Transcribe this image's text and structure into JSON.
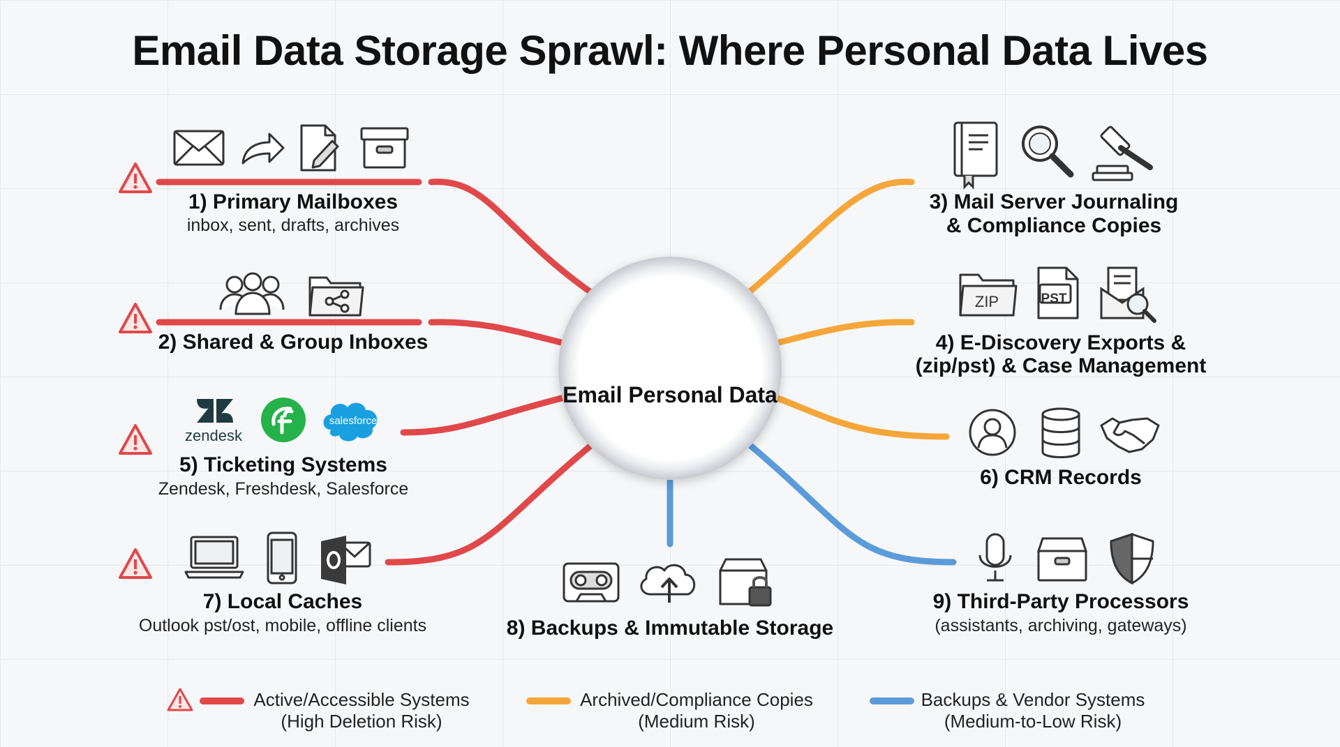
{
  "title": "Email Data Storage Sprawl: Where Personal Data Lives",
  "hub": {
    "label": "Email Personal Data",
    "icon": "cloud-lock-icon"
  },
  "colors": {
    "red": "#e0484a",
    "orange": "#f5a63a",
    "blue": "#5b9bd9",
    "warning": "#e0484a"
  },
  "nodes": [
    {
      "id": 1,
      "label": "1) Primary Mailboxes",
      "sub": "inbox, sent, drafts, archives",
      "risk": "red",
      "icons": [
        "envelope-icon",
        "forward-arrow-icon",
        "draft-pen-icon",
        "archive-box-icon"
      ]
    },
    {
      "id": 2,
      "label": "2) Shared & Group Inboxes",
      "risk": "red",
      "icons": [
        "group-users-icon",
        "shared-folder-icon"
      ]
    },
    {
      "id": 3,
      "label_line1": "3) Mail Server Journaling",
      "label_line2": "& Compliance Copies",
      "risk": "orange",
      "icons": [
        "journal-book-icon",
        "magnifier-icon",
        "gavel-icon"
      ]
    },
    {
      "id": 4,
      "label_line1": "4) E-Discovery Exports &",
      "label_line2": "(zip/pst) & Case Management",
      "risk": "orange",
      "icons": [
        "zip-folder-icon",
        "pst-file-icon",
        "document-search-icon"
      ],
      "zip_text": "ZIP",
      "pst_text": "PST"
    },
    {
      "id": 5,
      "label": "5) Ticketing Systems",
      "sub": "Zendesk, Freshdesk, Salesforce",
      "risk": "red",
      "icons": [
        "zendesk-logo-icon",
        "freshdesk-logo-icon",
        "salesforce-logo-icon"
      ],
      "zendesk_text": "zendesk",
      "salesforce_text": "salesforce"
    },
    {
      "id": 6,
      "label": "6) CRM Records",
      "risk": "orange",
      "icons": [
        "user-circle-icon",
        "database-icon",
        "handshake-icon"
      ]
    },
    {
      "id": 7,
      "label": "7) Local Caches",
      "sub": "Outlook pst/ost, mobile, offline clients",
      "risk": "red",
      "icons": [
        "laptop-icon",
        "mobile-phone-icon",
        "outlook-logo-icon"
      ]
    },
    {
      "id": 8,
      "label": "8) Backups & Immutable Storage",
      "risk": "blue",
      "icons": [
        "tape-cassette-icon",
        "cloud-upload-icon",
        "locked-storage-icon"
      ]
    },
    {
      "id": 9,
      "label": "9) Third-Party Processors",
      "sub": "(assistants, archiving, gateways)",
      "risk": "blue",
      "icons": [
        "microphone-icon",
        "archive-drawer-icon",
        "shield-icon"
      ]
    }
  ],
  "legend": [
    {
      "line1": "Active/Accessible Systems",
      "line2": "(High Deletion Risk)",
      "color": "#e0484a",
      "icon": "warning-icon"
    },
    {
      "line1": "Archived/Compliance Copies",
      "line2": "(Medium Risk)",
      "color": "#f5a63a"
    },
    {
      "line1": "Backups & Vendor Systems",
      "line2": "(Medium-to-Low Risk)",
      "color": "#5b9bd9"
    }
  ]
}
